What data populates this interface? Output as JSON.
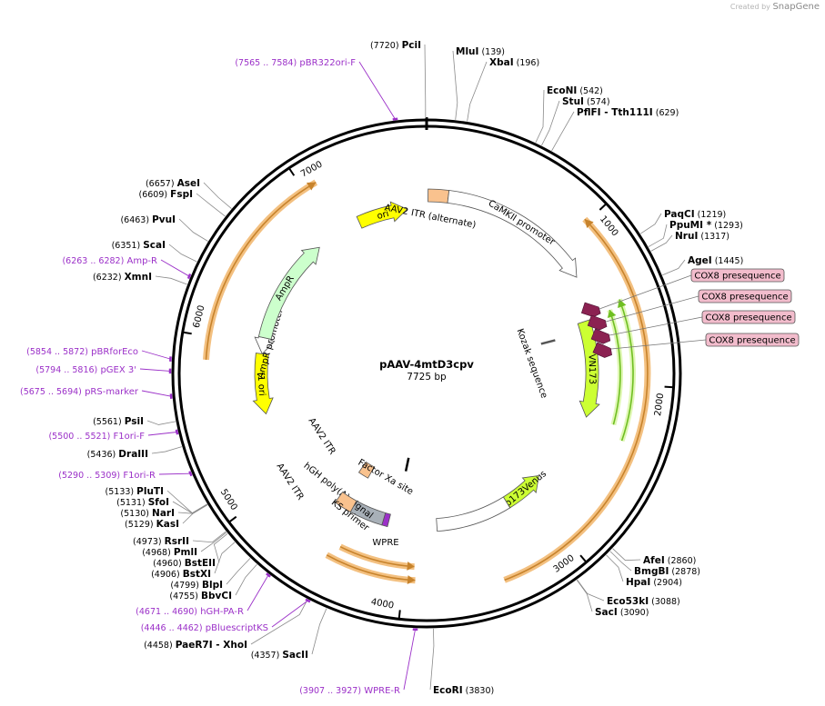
{
  "watermark": {
    "prefix": "Created by",
    "brand": "SnapGene"
  },
  "plasmid": {
    "name": "pAAV-4mtD3cpv",
    "size_label": "7725 bp",
    "length": 7725
  },
  "ticks": [
    {
      "pos": 1000,
      "label": "1000"
    },
    {
      "pos": 2000,
      "label": "2000"
    },
    {
      "pos": 3000,
      "label": "3000"
    },
    {
      "pos": 4000,
      "label": "4000"
    },
    {
      "pos": 5000,
      "label": "5000"
    },
    {
      "pos": 6000,
      "label": "6000"
    },
    {
      "pos": 7000,
      "label": "7000"
    }
  ],
  "sites": [
    {
      "name": "PciI",
      "pos": 7720,
      "pos_label": "(7720)"
    },
    {
      "name": "MluI",
      "pos": 139,
      "pos_label": "(139)"
    },
    {
      "name": "XbaI",
      "pos": 196,
      "pos_label": "(196)"
    },
    {
      "name": "EcoNI",
      "pos": 542,
      "pos_label": "(542)"
    },
    {
      "name": "StuI",
      "pos": 574,
      "pos_label": "(574)"
    },
    {
      "name": "PflFI",
      "name2": "- Tth111I",
      "pos": 629,
      "pos_label": "(629)"
    },
    {
      "name": "PaqCI",
      "pos": 1219,
      "pos_label": "(1219)"
    },
    {
      "name": "PpuMI *",
      "pos": 1293,
      "pos_label": "(1293)"
    },
    {
      "name": "NruI",
      "pos": 1317,
      "pos_label": "(1317)"
    },
    {
      "name": "AgeI",
      "pos": 1445,
      "pos_label": "(1445)"
    },
    {
      "name": "AfeI",
      "pos": 2860,
      "pos_label": "(2860)"
    },
    {
      "name": "BmgBI",
      "pos": 2878,
      "pos_label": "(2878)"
    },
    {
      "name": "HpaI",
      "pos": 2904,
      "pos_label": "(2904)"
    },
    {
      "name": "Eco53kI",
      "pos": 3088,
      "pos_label": "(3088)"
    },
    {
      "name": "SacI",
      "pos": 3090,
      "pos_label": "(3090)"
    },
    {
      "name": "EcoRI",
      "pos": 3830,
      "pos_label": "(3830)"
    },
    {
      "name": "SacII",
      "pos": 4357,
      "pos_label": "(4357)"
    },
    {
      "name": "PaeR7I",
      "name2": "- XhoI",
      "pos": 4458,
      "pos_label": "(4458)"
    },
    {
      "name": "BbvCI",
      "pos": 4755,
      "pos_label": "(4755)"
    },
    {
      "name": "BlpI",
      "pos": 4799,
      "pos_label": "(4799)"
    },
    {
      "name": "BstXI",
      "pos": 4906,
      "pos_label": "(4906)"
    },
    {
      "name": "BstEII",
      "pos": 4960,
      "pos_label": "(4960)"
    },
    {
      "name": "PmlI",
      "pos": 4968,
      "pos_label": "(4968)"
    },
    {
      "name": "RsrII",
      "pos": 4973,
      "pos_label": "(4973)"
    },
    {
      "name": "KasI",
      "pos": 5129,
      "pos_label": "(5129)"
    },
    {
      "name": "NarI",
      "pos": 5130,
      "pos_label": "(5130)"
    },
    {
      "name": "SfoI",
      "pos": 5131,
      "pos_label": "(5131)"
    },
    {
      "name": "PluTI",
      "pos": 5133,
      "pos_label": "(5133)"
    },
    {
      "name": "DraIII",
      "pos": 5436,
      "pos_label": "(5436)"
    },
    {
      "name": "PsiI",
      "pos": 5561,
      "pos_label": "(5561)"
    },
    {
      "name": "XmnI",
      "pos": 6232,
      "pos_label": "(6232)"
    },
    {
      "name": "ScaI",
      "pos": 6351,
      "pos_label": "(6351)"
    },
    {
      "name": "PvuI",
      "pos": 6463,
      "pos_label": "(6463)"
    },
    {
      "name": "FspI",
      "pos": 6609,
      "pos_label": "(6609)"
    },
    {
      "name": "AseI",
      "pos": 6657,
      "pos_label": "(6657)"
    }
  ],
  "primers": [
    {
      "range": "(7565 .. 7584)",
      "name": "pBR322ori-F",
      "pos": 7574
    },
    {
      "range": "(6263 .. 6282)",
      "name": "Amp-R",
      "pos": 6272
    },
    {
      "range": "(5854 .. 5872)",
      "name": "pBRforEco",
      "pos": 5863
    },
    {
      "range": "(5794 .. 5816)",
      "name": "pGEX 3'",
      "pos": 5805
    },
    {
      "range": "(5675 .. 5694)",
      "name": "pRS-marker",
      "pos": 5684
    },
    {
      "range": "(5500 .. 5521)",
      "name": "F1ori-F",
      "pos": 5510
    },
    {
      "range": "(5290 .. 5309)",
      "name": "F1ori-R",
      "pos": 5300
    },
    {
      "range": "(4671 .. 4690)",
      "name": "hGH-PA-R",
      "pos": 4680
    },
    {
      "range": "(4446 .. 4462)",
      "name": "pBluescriptKS",
      "pos": 4454
    },
    {
      "range": "(3907 .. 3927)",
      "name": "WPRE-R",
      "pos": 3917
    }
  ],
  "cox8_labels": [
    "COX8 presequence",
    "COX8 presequence",
    "COX8 presequence",
    "COX8 presequence"
  ],
  "features": [
    {
      "name": "ori",
      "color": "#ffff00"
    },
    {
      "name": "AAV2 ITR (alternate)",
      "color": "#f9c28e"
    },
    {
      "name": "CaMKII promoter",
      "color": "#ffffff"
    },
    {
      "name": "Kozak sequence",
      "color": "#555555"
    },
    {
      "name": "VN173",
      "color": "#ccff33"
    },
    {
      "name": "cp173Venus",
      "color": "#ccff33"
    },
    {
      "name": "WPRE",
      "color": "#ffffff"
    },
    {
      "name": "KS primer",
      "color": "#9b30c8"
    },
    {
      "name": "hGH poly(A) signal",
      "color": "#a8b0b8"
    },
    {
      "name": "AAV2 ITR",
      "color": "#f9c28e"
    },
    {
      "name": "AAV2 ITR",
      "color": "#f9c28e"
    },
    {
      "name": "Factor Xa site",
      "color": "#000000"
    },
    {
      "name": "f1 ori",
      "color": "#ffff00"
    },
    {
      "name": "AmpR promoter",
      "color": "#ffffff"
    },
    {
      "name": "AmpR",
      "color": "#ccffcc"
    }
  ],
  "colors": {
    "backbone": "#000000",
    "primer": "#9b30c8",
    "orf_arc": "#f0b060",
    "orf_arc_dark": "#c7832c",
    "green_arc": "#6fbf22",
    "cox8": "#8b2252",
    "cox8_label_bg": "#f2bccc"
  }
}
